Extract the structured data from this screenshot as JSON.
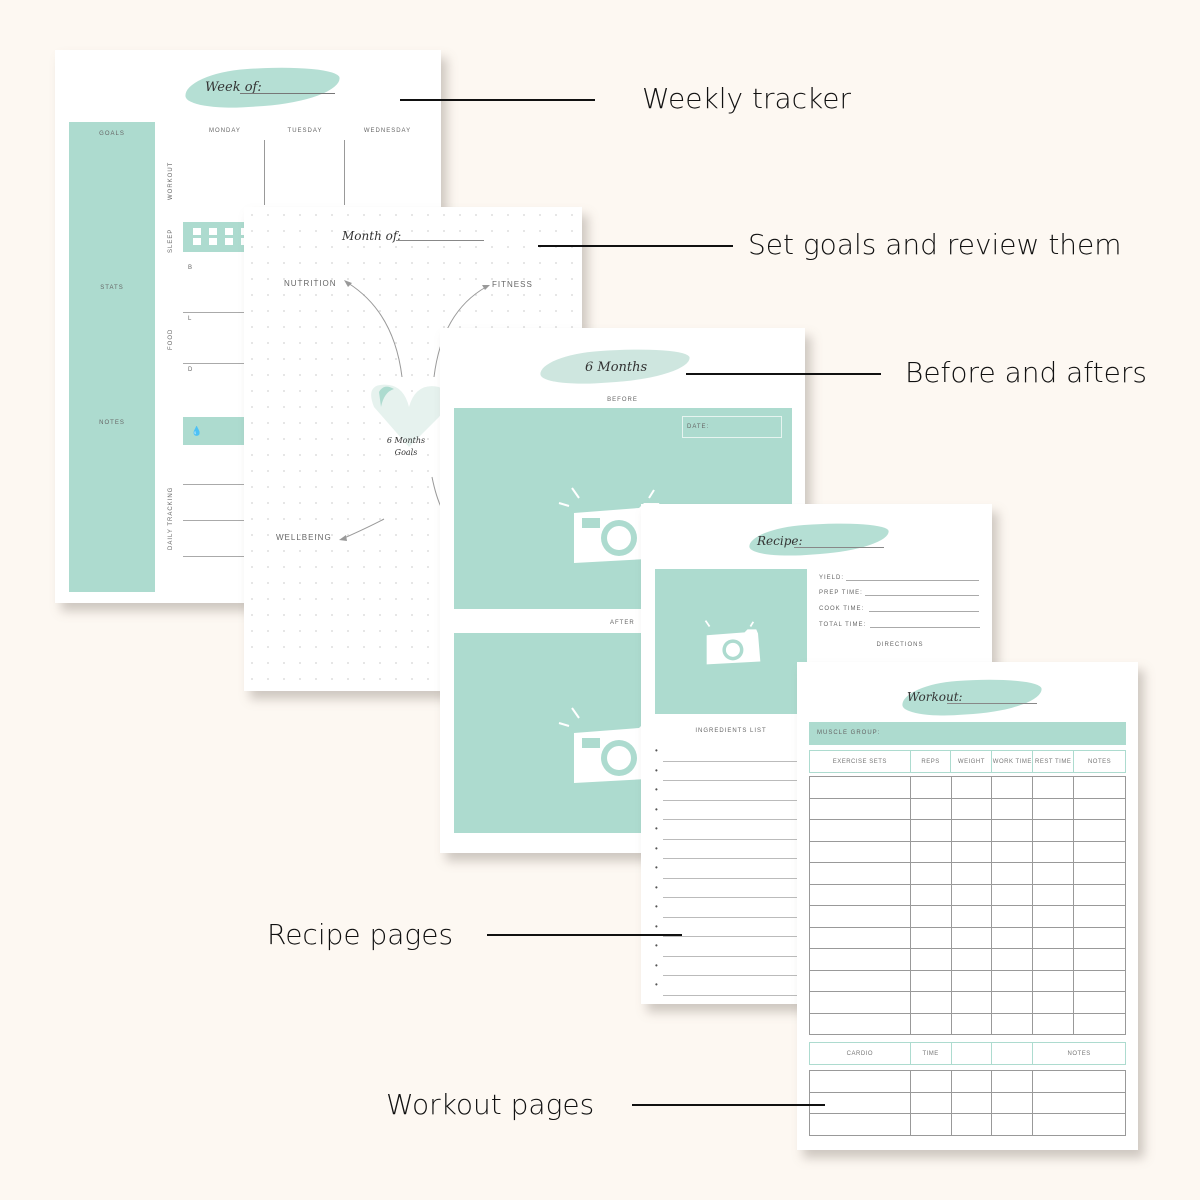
{
  "colors": {
    "background": "#fdf8f2",
    "accent": "#addbcf",
    "text": "#111111"
  },
  "callouts": [
    {
      "label": "Weekly tracker"
    },
    {
      "label": "Set goals and review them"
    },
    {
      "label": "Before and afters"
    },
    {
      "label": "Recipe pages"
    },
    {
      "label": "Workout pages"
    }
  ],
  "weekly": {
    "title": "Week of:",
    "sidebar": [
      "GOALS",
      "STATS",
      "NOTES"
    ],
    "days": [
      "MONDAY",
      "TUESDAY",
      "WEDNESDAY"
    ],
    "rows": [
      "WORKOUT",
      "SLEEP",
      "FOOD",
      "DAILY TRACKING"
    ],
    "meals": [
      "B",
      "L",
      "D"
    ],
    "water_icon": "droplet-icon"
  },
  "monthly": {
    "title": "Month of:",
    "center": "6 Months Goals",
    "branches": [
      "NUTRITION",
      "FITNESS",
      "WELLBEING"
    ]
  },
  "before_after": {
    "title": "6 Months",
    "before": "BEFORE",
    "after": "AFTER",
    "date": "DATE:",
    "icon": "camera-icon"
  },
  "recipe": {
    "title": "Recipe:",
    "fields": [
      "YIELD:",
      "PREP TIME:",
      "COOK TIME:",
      "TOTAL TIME:"
    ],
    "directions": "DIRECTIONS",
    "ingredients": "INGREDIENTS LIST",
    "ingredient_lines": 13
  },
  "workout": {
    "title": "Workout:",
    "muscle_group": "MUSCLE GROUP:",
    "headers": [
      "EXERCISE SETS",
      "REPS",
      "WEIGHT",
      "WORK TIME",
      "REST TIME",
      "NOTES"
    ],
    "exercise_rows": 12,
    "cardio_headers": [
      "CARDIO",
      "TIME",
      "",
      "",
      "NOTES"
    ],
    "cardio_rows": 3
  }
}
